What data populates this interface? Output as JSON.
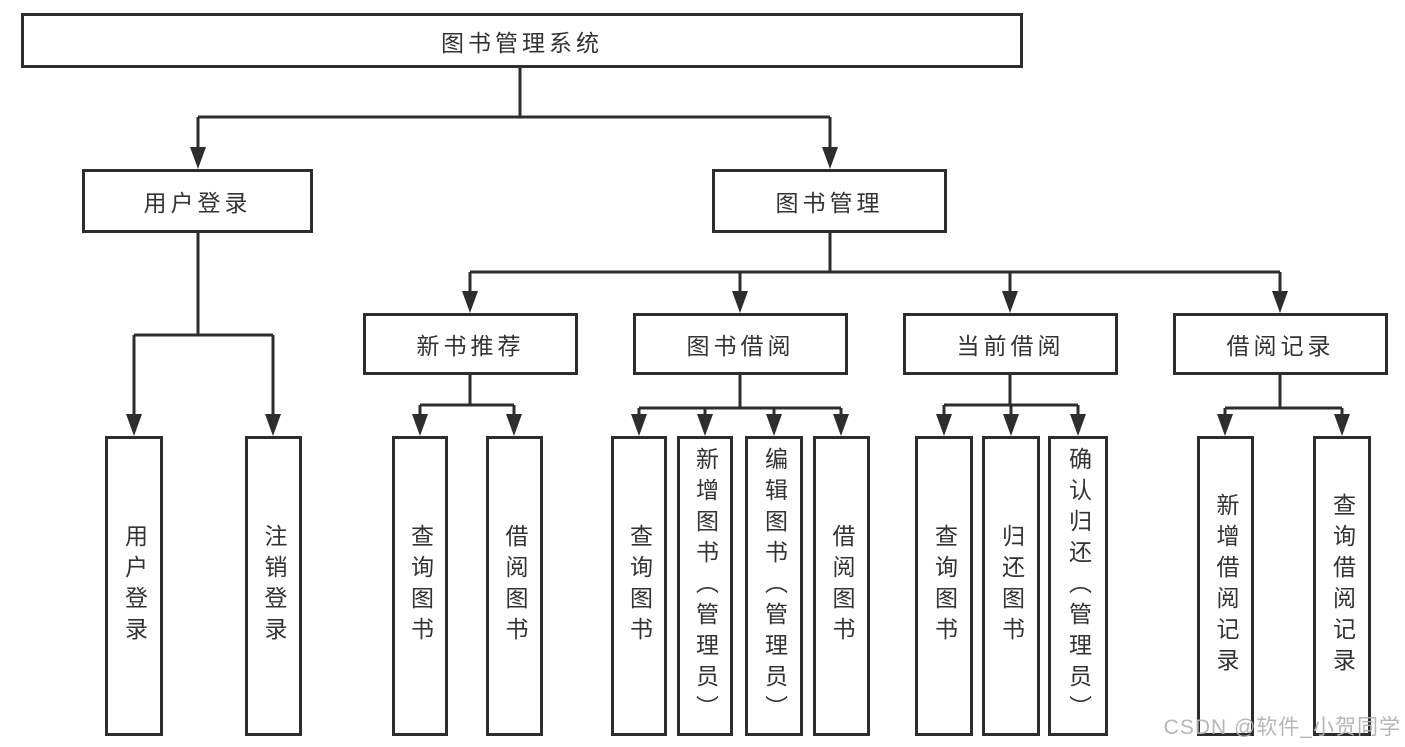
{
  "diagram": {
    "type": "hierarchy-tree",
    "root": {
      "label": "图书管理系统",
      "children": [
        {
          "label": "用户登录",
          "children": [
            {
              "label": "用户登录"
            },
            {
              "label": "注销登录"
            }
          ]
        },
        {
          "label": "图书管理",
          "children": [
            {
              "label": "新书推荐",
              "children": [
                {
                  "label": "查询图书"
                },
                {
                  "label": "借阅图书"
                }
              ]
            },
            {
              "label": "图书借阅",
              "children": [
                {
                  "label": "查询图书"
                },
                {
                  "label": "新增图书（管理员）"
                },
                {
                  "label": "编辑图书（管理员）"
                },
                {
                  "label": "借阅图书"
                }
              ]
            },
            {
              "label": "当前借阅",
              "children": [
                {
                  "label": "查询图书"
                },
                {
                  "label": "归还图书"
                },
                {
                  "label": "确认归还（管理员）"
                }
              ]
            },
            {
              "label": "借阅记录",
              "children": [
                {
                  "label": "新增借阅记录"
                },
                {
                  "label": "查询借阅记录"
                }
              ]
            }
          ]
        }
      ]
    }
  },
  "watermark": {
    "text": "CSDN @软件_小贺同学",
    "color": "#b3b3b3"
  },
  "colors": {
    "line": "#2d2d2d",
    "text": "#333333",
    "background": "#ffffff"
  }
}
